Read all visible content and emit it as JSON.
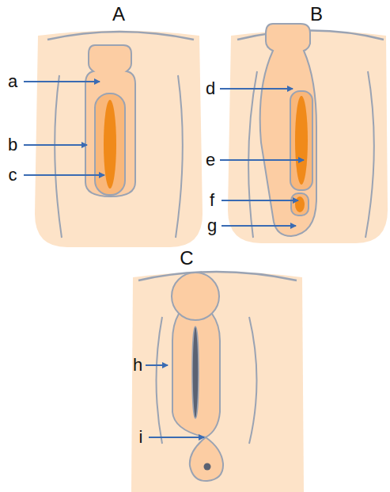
{
  "diagram": {
    "labels": [
      "A",
      "a",
      "b",
      "c",
      "B",
      "d",
      "e",
      "f",
      "g",
      "C",
      "h",
      "i"
    ]
  }
}
